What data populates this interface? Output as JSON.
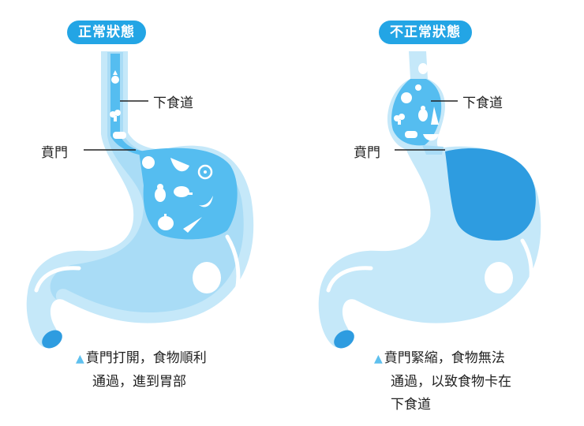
{
  "left": {
    "title": "正常狀態",
    "label_esophagus": "下食道",
    "label_cardia": "賁門",
    "caption_line1": "賁門打開，食物順利",
    "caption_line2": "通過，進到胃部"
  },
  "right": {
    "title": "不正常狀態",
    "label_esophagus": "下食道",
    "label_cardia": "賁門",
    "caption_line1": "賁門緊縮，食物無法",
    "caption_line2": "通過，以致食物卡在",
    "caption_line3": "下食道"
  },
  "caption_marker": "▲",
  "colors": {
    "title_bg": "#23a5e5",
    "stomach_outer": "#c5e8f9",
    "stomach_inner": "#a9dcf6",
    "contents": "#55bdf0",
    "contents_dark": "#2e9ce0",
    "highlight": "#ffffff",
    "marker": "#5ec0ee"
  },
  "icons": [
    "radish-icon",
    "broccoli-icon",
    "bread-icon",
    "tomato-icon",
    "watermelon-icon",
    "orange-icon",
    "pear-icon",
    "chicken-leg-icon",
    "banana-icon",
    "pepper-icon",
    "carrot-icon"
  ]
}
